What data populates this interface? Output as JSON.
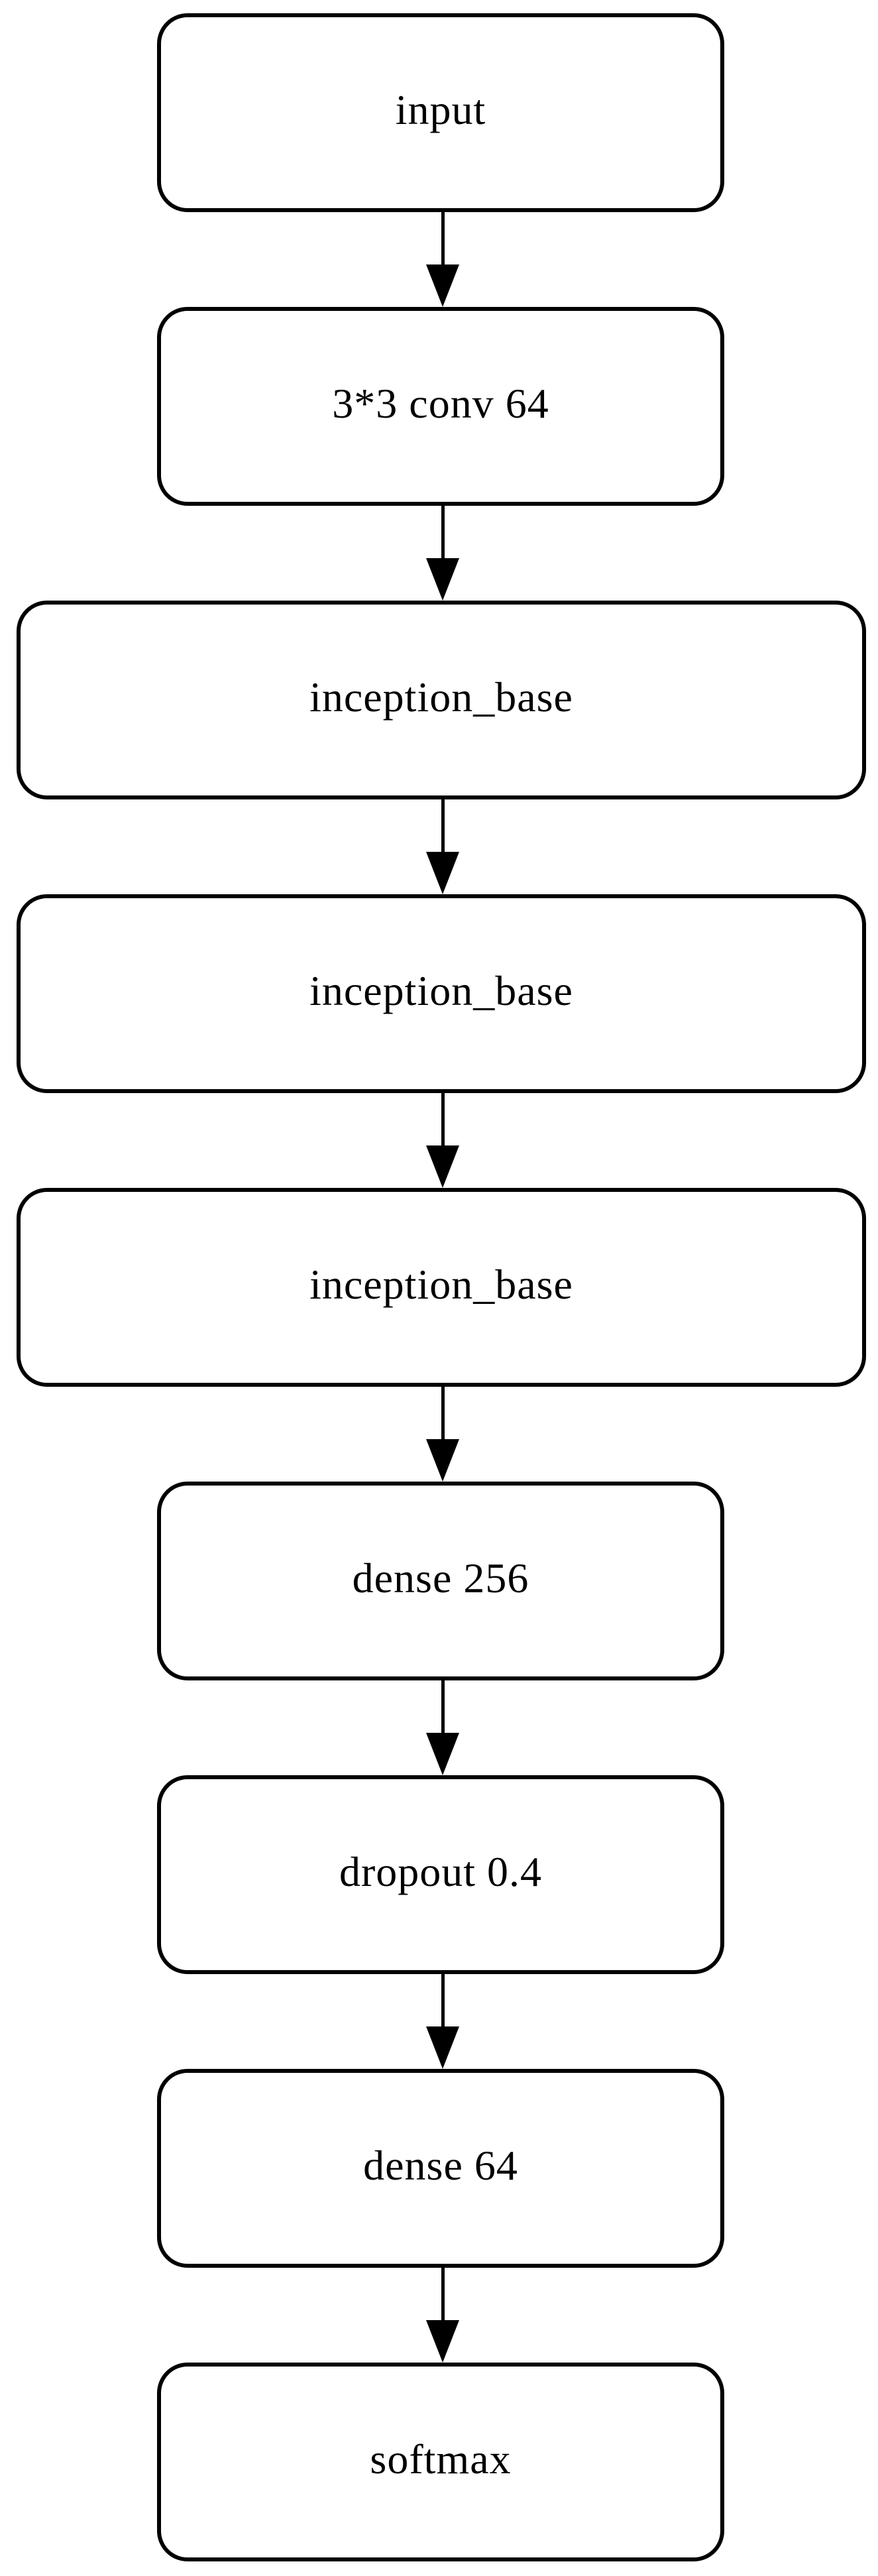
{
  "diagram": {
    "type": "flowchart",
    "orientation": "top-to-bottom",
    "colors": {
      "background": "#ffffff",
      "node_fill": "#ffffff",
      "node_border": "#000000",
      "arrow": "#000000",
      "text": "#000000"
    },
    "nodes": [
      {
        "id": "input",
        "label": "input",
        "size": "narrow"
      },
      {
        "id": "conv",
        "label": "3*3 conv 64",
        "size": "narrow"
      },
      {
        "id": "inception-1",
        "label": "inception_base",
        "size": "wide"
      },
      {
        "id": "inception-2",
        "label": "inception_base",
        "size": "wide"
      },
      {
        "id": "inception-3",
        "label": "inception_base",
        "size": "wide"
      },
      {
        "id": "dense-256",
        "label": "dense 256",
        "size": "narrow"
      },
      {
        "id": "dropout",
        "label": "dropout 0.4",
        "size": "narrow"
      },
      {
        "id": "dense-64",
        "label": "dense 64",
        "size": "narrow"
      },
      {
        "id": "softmax",
        "label": "softmax",
        "size": "narrow"
      }
    ],
    "edges": [
      {
        "from": "input",
        "to": "conv"
      },
      {
        "from": "conv",
        "to": "inception-1"
      },
      {
        "from": "inception-1",
        "to": "inception-2"
      },
      {
        "from": "inception-2",
        "to": "inception-3"
      },
      {
        "from": "inception-3",
        "to": "dense-256"
      },
      {
        "from": "dense-256",
        "to": "dropout"
      },
      {
        "from": "dropout",
        "to": "dense-64"
      },
      {
        "from": "dense-64",
        "to": "softmax"
      }
    ]
  }
}
